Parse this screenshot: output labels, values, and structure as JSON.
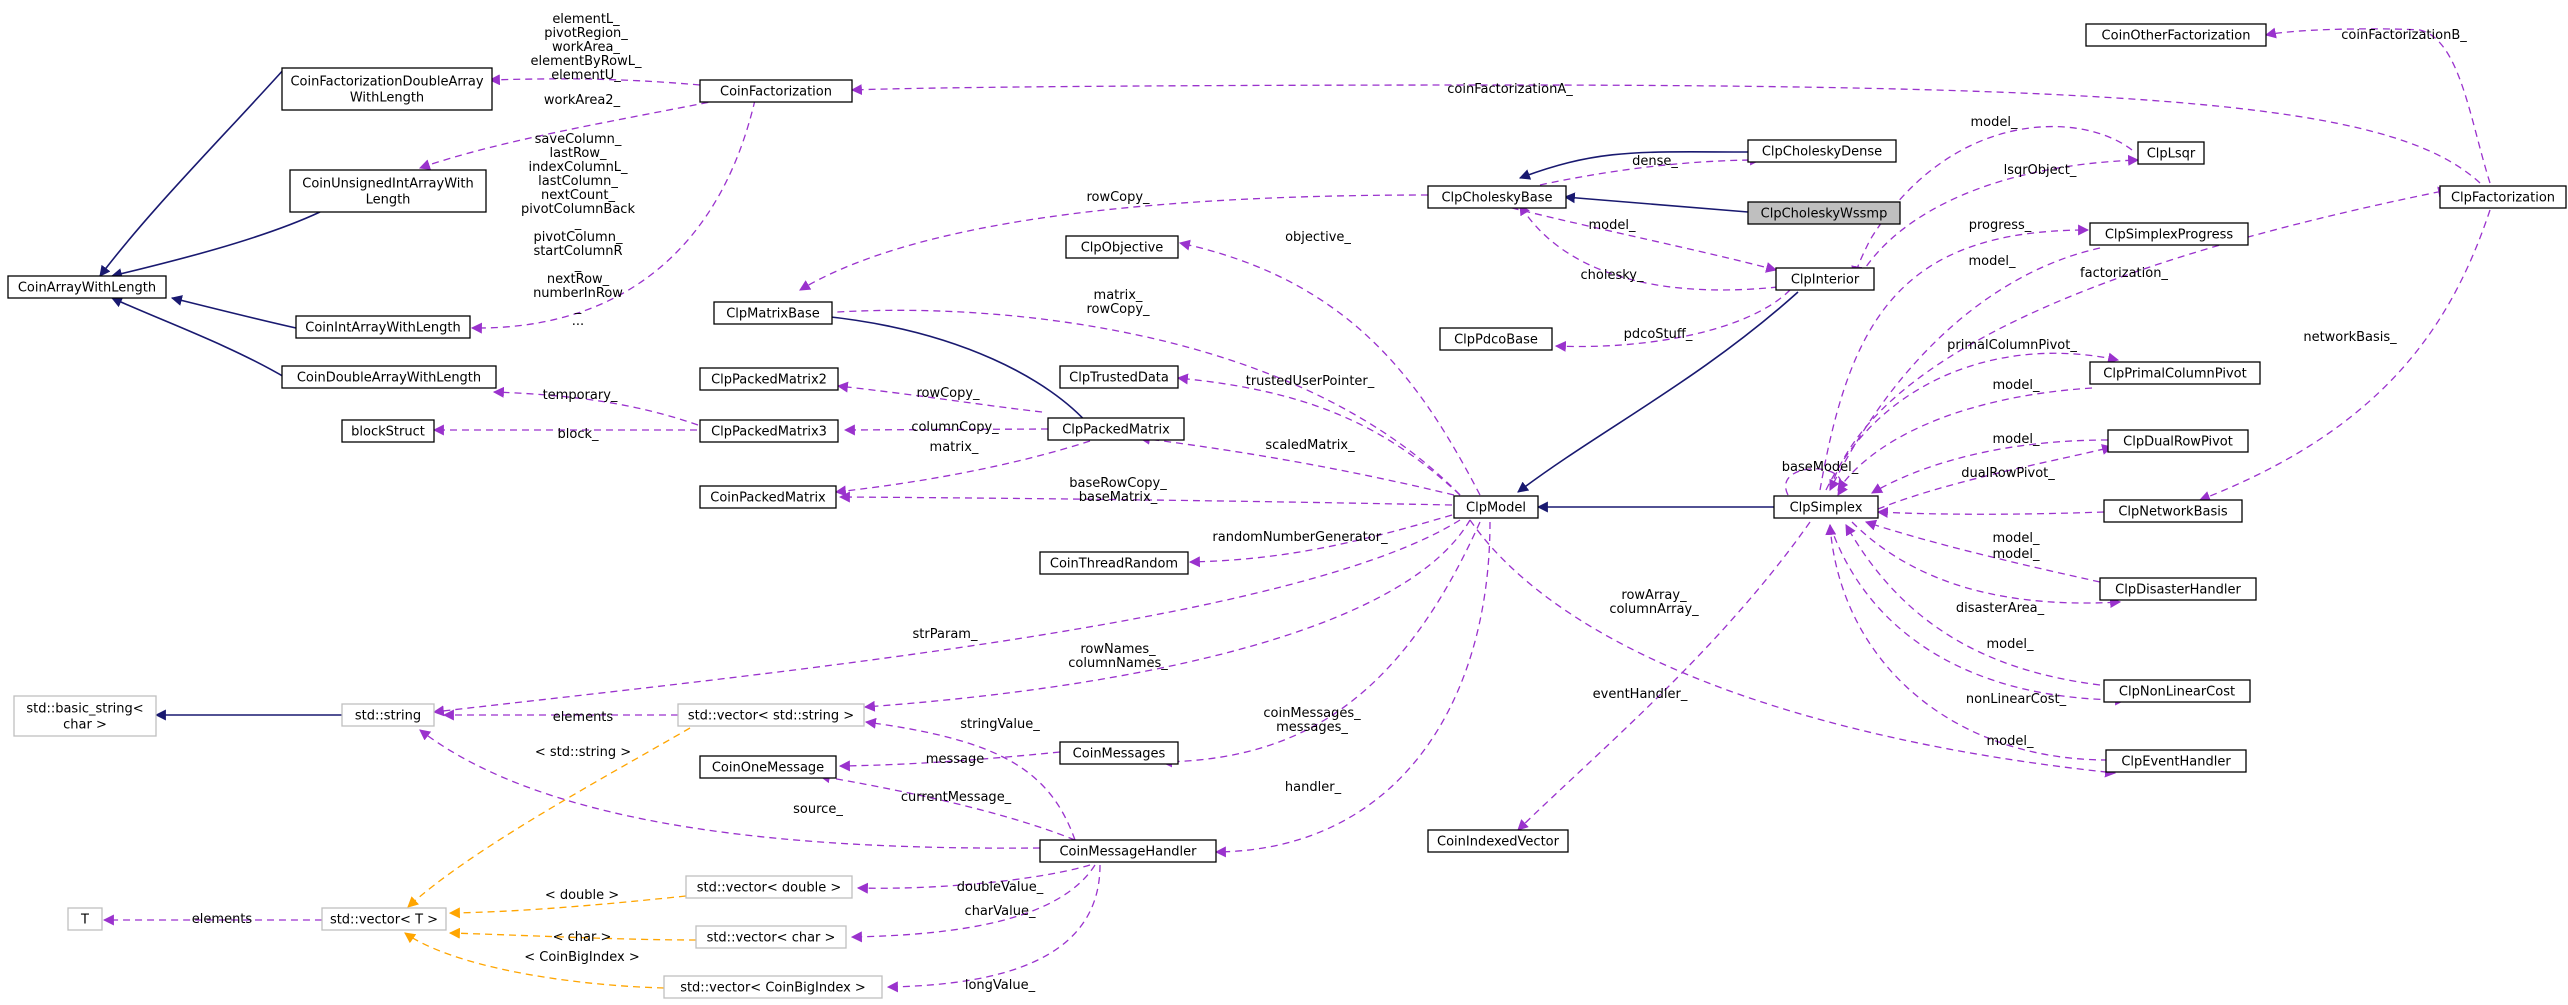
{
  "nodes": [
    {
      "id": "CoinArrayWithLength",
      "lines": [
        "CoinArrayWithLength"
      ]
    },
    {
      "id": "CoinFactorizationDoubleArrayWithLength",
      "lines": [
        "CoinFactorizationDoubleArray",
        "WithLength"
      ]
    },
    {
      "id": "CoinUnsignedIntArrayWithLength",
      "lines": [
        "CoinUnsignedIntArrayWith",
        "Length"
      ]
    },
    {
      "id": "CoinIntArrayWithLength",
      "lines": [
        "CoinIntArrayWithLength"
      ]
    },
    {
      "id": "CoinDoubleArrayWithLength",
      "lines": [
        "CoinDoubleArrayWithLength"
      ]
    },
    {
      "id": "CoinFactorization",
      "lines": [
        "CoinFactorization"
      ]
    },
    {
      "id": "CoinOtherFactorization",
      "lines": [
        "CoinOtherFactorization"
      ]
    },
    {
      "id": "ClpFactorization",
      "lines": [
        "ClpFactorization"
      ]
    },
    {
      "id": "ClpCholeskyBase",
      "lines": [
        "ClpCholeskyBase"
      ]
    },
    {
      "id": "ClpCholeskyDense",
      "lines": [
        "ClpCholeskyDense"
      ]
    },
    {
      "id": "ClpCholeskyWssmp",
      "lines": [
        "ClpCholeskyWssmp"
      ]
    },
    {
      "id": "ClpLsqr",
      "lines": [
        "ClpLsqr"
      ]
    },
    {
      "id": "ClpInterior",
      "lines": [
        "ClpInterior"
      ]
    },
    {
      "id": "ClpSimplexProgress",
      "lines": [
        "ClpSimplexProgress"
      ]
    },
    {
      "id": "ClpObjective",
      "lines": [
        "ClpObjective"
      ]
    },
    {
      "id": "ClpMatrixBase",
      "lines": [
        "ClpMatrixBase"
      ]
    },
    {
      "id": "ClpPdcoBase",
      "lines": [
        "ClpPdcoBase"
      ]
    },
    {
      "id": "ClpTrustedData",
      "lines": [
        "ClpTrustedData"
      ]
    },
    {
      "id": "ClpPackedMatrix2",
      "lines": [
        "ClpPackedMatrix2"
      ]
    },
    {
      "id": "ClpPackedMatrix3",
      "lines": [
        "ClpPackedMatrix3"
      ]
    },
    {
      "id": "ClpPackedMatrix",
      "lines": [
        "ClpPackedMatrix"
      ]
    },
    {
      "id": "blockStruct",
      "lines": [
        "blockStruct"
      ]
    },
    {
      "id": "CoinPackedMatrix",
      "lines": [
        "CoinPackedMatrix"
      ]
    },
    {
      "id": "ClpModel",
      "lines": [
        "ClpModel"
      ]
    },
    {
      "id": "ClpSimplex",
      "lines": [
        "ClpSimplex"
      ]
    },
    {
      "id": "ClpPrimalColumnPivot",
      "lines": [
        "ClpPrimalColumnPivot"
      ]
    },
    {
      "id": "ClpDualRowPivot",
      "lines": [
        "ClpDualRowPivot"
      ]
    },
    {
      "id": "ClpNetworkBasis",
      "lines": [
        "ClpNetworkBasis"
      ]
    },
    {
      "id": "CoinThreadRandom",
      "lines": [
        "CoinThreadRandom"
      ]
    },
    {
      "id": "ClpDisasterHandler",
      "lines": [
        "ClpDisasterHandler"
      ]
    },
    {
      "id": "std_basic_string",
      "lines": [
        "std::basic_string<",
        "char >"
      ]
    },
    {
      "id": "std_string",
      "lines": [
        "std::string"
      ]
    },
    {
      "id": "std_vector_string",
      "lines": [
        "std::vector< std::string >"
      ]
    },
    {
      "id": "ClpNonLinearCost",
      "lines": [
        "ClpNonLinearCost"
      ]
    },
    {
      "id": "CoinOneMessage",
      "lines": [
        "CoinOneMessage"
      ]
    },
    {
      "id": "CoinMessages",
      "lines": [
        "CoinMessages"
      ]
    },
    {
      "id": "ClpEventHandler",
      "lines": [
        "ClpEventHandler"
      ]
    },
    {
      "id": "CoinIndexedVector",
      "lines": [
        "CoinIndexedVector"
      ]
    },
    {
      "id": "CoinMessageHandler",
      "lines": [
        "CoinMessageHandler"
      ]
    },
    {
      "id": "std_vector_double",
      "lines": [
        "std::vector< double >"
      ]
    },
    {
      "id": "T",
      "lines": [
        "T"
      ]
    },
    {
      "id": "std_vector_T",
      "lines": [
        "std::vector< T >"
      ]
    },
    {
      "id": "std_vector_char",
      "lines": [
        "std::vector< char >"
      ]
    },
    {
      "id": "std_vector_CoinBigIndex",
      "lines": [
        "std::vector< CoinBigIndex >"
      ]
    }
  ],
  "edge_labels": {
    "coinfact_members": [
      "elementL_",
      "pivotRegion_",
      "workArea_",
      "elementByRowL_",
      "elementU_"
    ],
    "workArea2": [
      "workArea2_"
    ],
    "int_members": [
      "saveColumn_",
      "lastRow_",
      "indexColumnL_",
      "lastColumn_",
      "nextCount_",
      "pivotColumnBack",
      "_",
      "pivotColumn_",
      "startColumnR",
      "_",
      "nextRow_",
      "numberInRow",
      "_",
      "..."
    ],
    "coinFactorizationB": [
      "coinFactorizationB_"
    ],
    "coinFactorizationA": [
      "coinFactorizationA_"
    ],
    "model_lsqr": [
      "model_"
    ],
    "dense": [
      "dense_"
    ],
    "lsqrObject": [
      "lsqrObject_"
    ],
    "rowCopy_chol": [
      "rowCopy_"
    ],
    "progress": [
      "progress_"
    ],
    "model_interior": [
      "model_"
    ],
    "objective": [
      "objective_"
    ],
    "model_progress": [
      "model_"
    ],
    "cholesky": [
      "cholesky_"
    ],
    "factorization": [
      "factorization_"
    ],
    "matrix_rowcopy": [
      "matrix_",
      "rowCopy_"
    ],
    "networkBasis": [
      "networkBasis_"
    ],
    "pdcoStuff": [
      "pdcoStuff_"
    ],
    "primalColumnPivot": [
      "primalColumnPivot_"
    ],
    "trustedUserPointer": [
      "trustedUserPointer_"
    ],
    "model_primal": [
      "model_"
    ],
    "rowCopy_pm": [
      "rowCopy_"
    ],
    "temporary": [
      "temporary_"
    ],
    "columnCopy": [
      "columnCopy_"
    ],
    "block": [
      "block_"
    ],
    "matrix_pm": [
      "matrix_"
    ],
    "scaledMatrix": [
      "scaledMatrix_"
    ],
    "model_dual": [
      "model_"
    ],
    "baseModel": [
      "baseModel_"
    ],
    "dualRowPivot": [
      "dualRowPivot_"
    ],
    "baseRowCopy": [
      "baseRowCopy_",
      "baseMatrix_"
    ],
    "model_network": [
      "model_"
    ],
    "model_disaster": [
      "model_"
    ],
    "randomNumberGenerator": [
      "randomNumberGenerator_"
    ],
    "rowArray": [
      "rowArray_",
      "columnArray_"
    ],
    "strParam": [
      "strParam_"
    ],
    "disasterArea": [
      "disasterArea_"
    ],
    "rowNames": [
      "rowNames_",
      "columnNames_"
    ],
    "model_nonlinear": [
      "model_"
    ],
    "eventHandler": [
      "eventHandler_"
    ],
    "nonLinearCost": [
      "nonLinearCost_"
    ],
    "elements_str": [
      "elements"
    ],
    "coinMessages": [
      "coinMessages_",
      "messages_"
    ],
    "stringValue": [
      "stringValue_"
    ],
    "model_event": [
      "model_"
    ],
    "tpl_string": [
      "< std::string >"
    ],
    "message": [
      "message"
    ],
    "handler": [
      "handler_"
    ],
    "currentMessage": [
      "currentMessage_"
    ],
    "source": [
      "source_"
    ],
    "doubleValue": [
      "doubleValue_"
    ],
    "tpl_double": [
      "< double >"
    ],
    "elements_T": [
      "elements"
    ],
    "charValue": [
      "charValue_"
    ],
    "tpl_char": [
      "< char >"
    ],
    "tpl_bigindex": [
      "< CoinBigIndex >"
    ],
    "longValue": [
      "longValue_"
    ]
  },
  "colors": {
    "inheritance": "#191970",
    "usage": "#9a32cd",
    "template": "#ffa500",
    "focus_fill": "#bfbfbf",
    "external_border": "#bfbfbf"
  }
}
